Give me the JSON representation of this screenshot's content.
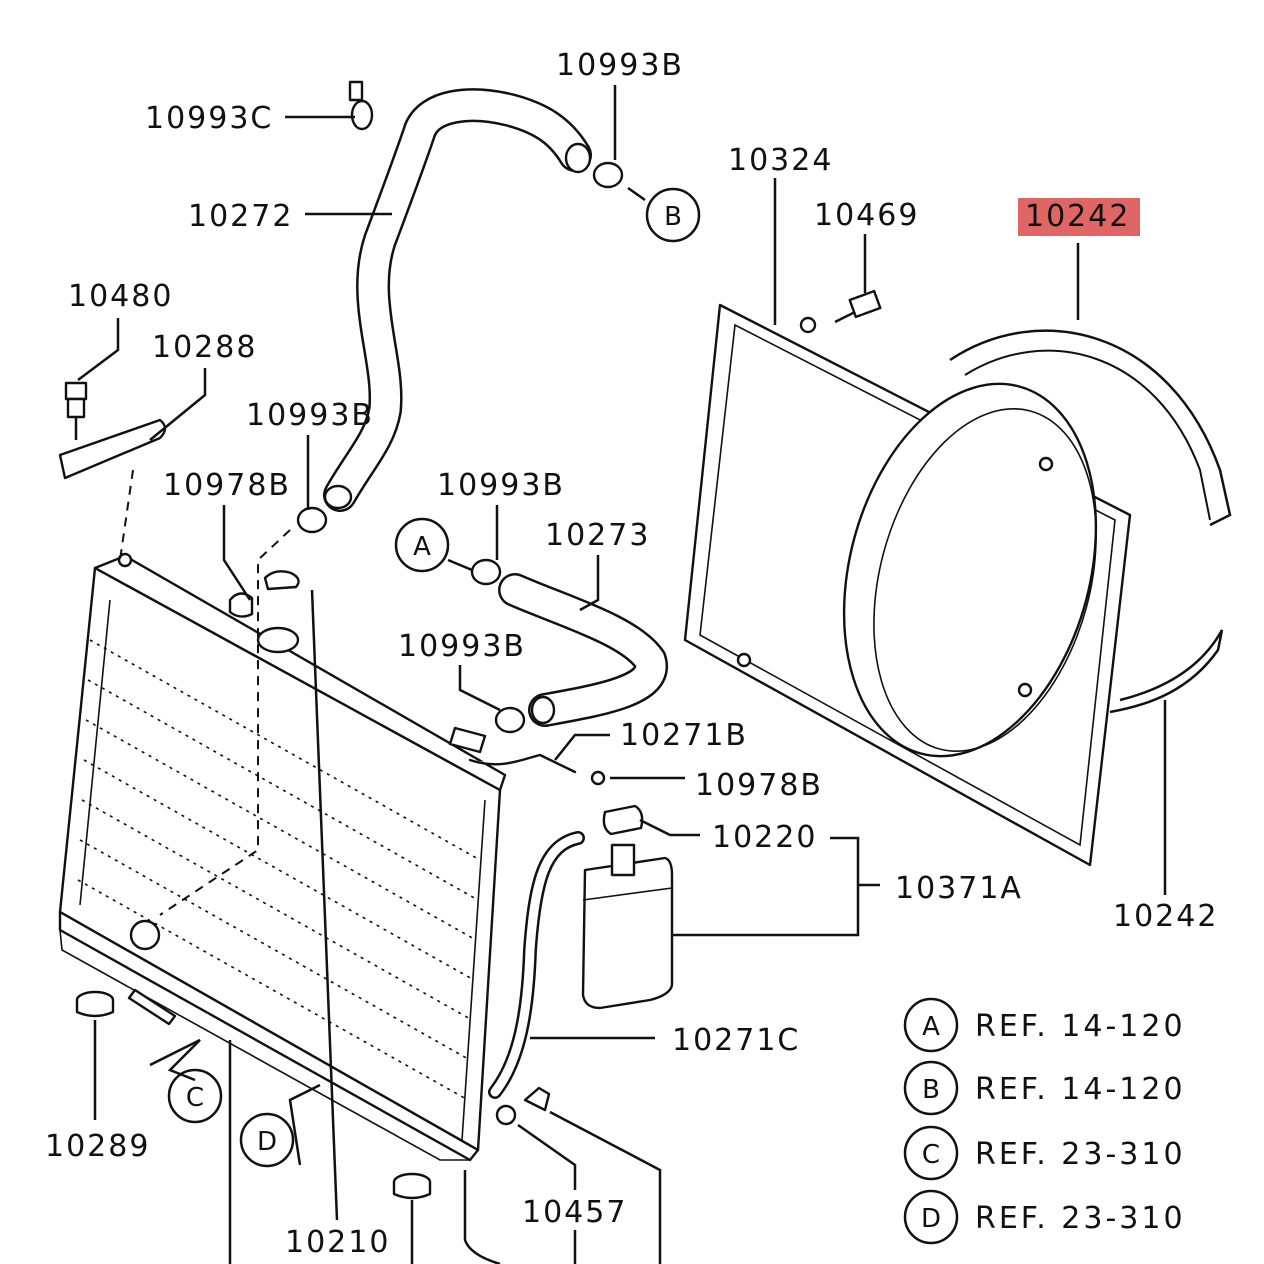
{
  "labels": {
    "p10993C": "10993C",
    "p10993B_top": "10993B",
    "p10324": "10324",
    "p10469": "10469",
    "p10242_top": "10242",
    "p10272": "10272",
    "p10480": "10480",
    "p10288": "10288",
    "p10993B_mid": "10993B",
    "p10978B_left": "10978B",
    "p10993B_center": "10993B",
    "p10273": "10273",
    "p10993B_lower": "10993B",
    "p10271B": "10271B",
    "p10978B_right": "10978B",
    "p10220": "10220",
    "p10371A": "10371A",
    "p10242_bottom": "10242",
    "p10271C": "10271C",
    "p10289": "10289",
    "p10457": "10457",
    "p10210": "10210"
  },
  "callouts": {
    "a": "A",
    "b": "B",
    "c": "C",
    "d": "D"
  },
  "references": [
    {
      "letter": "A",
      "text": "REF. 14-120"
    },
    {
      "letter": "B",
      "text": "REF. 14-120"
    },
    {
      "letter": "C",
      "text": "REF. 23-310"
    },
    {
      "letter": "D",
      "text": "REF. 23-310"
    }
  ],
  "highlight_color": "#e06666"
}
